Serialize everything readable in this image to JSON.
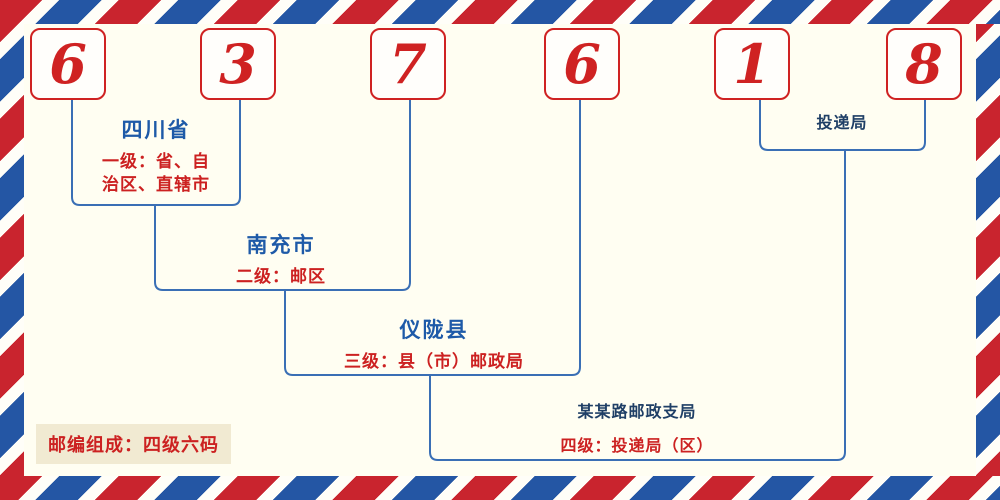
{
  "digits": [
    "6",
    "3",
    "7",
    "6",
    "1",
    "8"
  ],
  "levels": [
    {
      "name": "四川省",
      "desc_line1": "一级：省、自",
      "desc_line2": "治区、直辖市"
    },
    {
      "name": "南充市",
      "desc": "二级：邮区"
    },
    {
      "name": "仪陇县",
      "desc": "三级：县（市）邮政局"
    },
    {
      "name": "某某路邮政支局",
      "desc": "四级：投递局（区）"
    }
  ],
  "delivery_office_label": "投递局",
  "footer_note": "邮编组成：四级六码",
  "colors": {
    "background": "#fffef2",
    "digit_red": "#cf2222",
    "label_blue": "#1e5aa8",
    "label_navy": "#1f3f66",
    "desc_red": "#cc2121",
    "line_blue": "#3a6fb5",
    "stripe_red": "#c9242e",
    "stripe_blue": "#2456a4",
    "footer_bg": "#f1ead2"
  }
}
